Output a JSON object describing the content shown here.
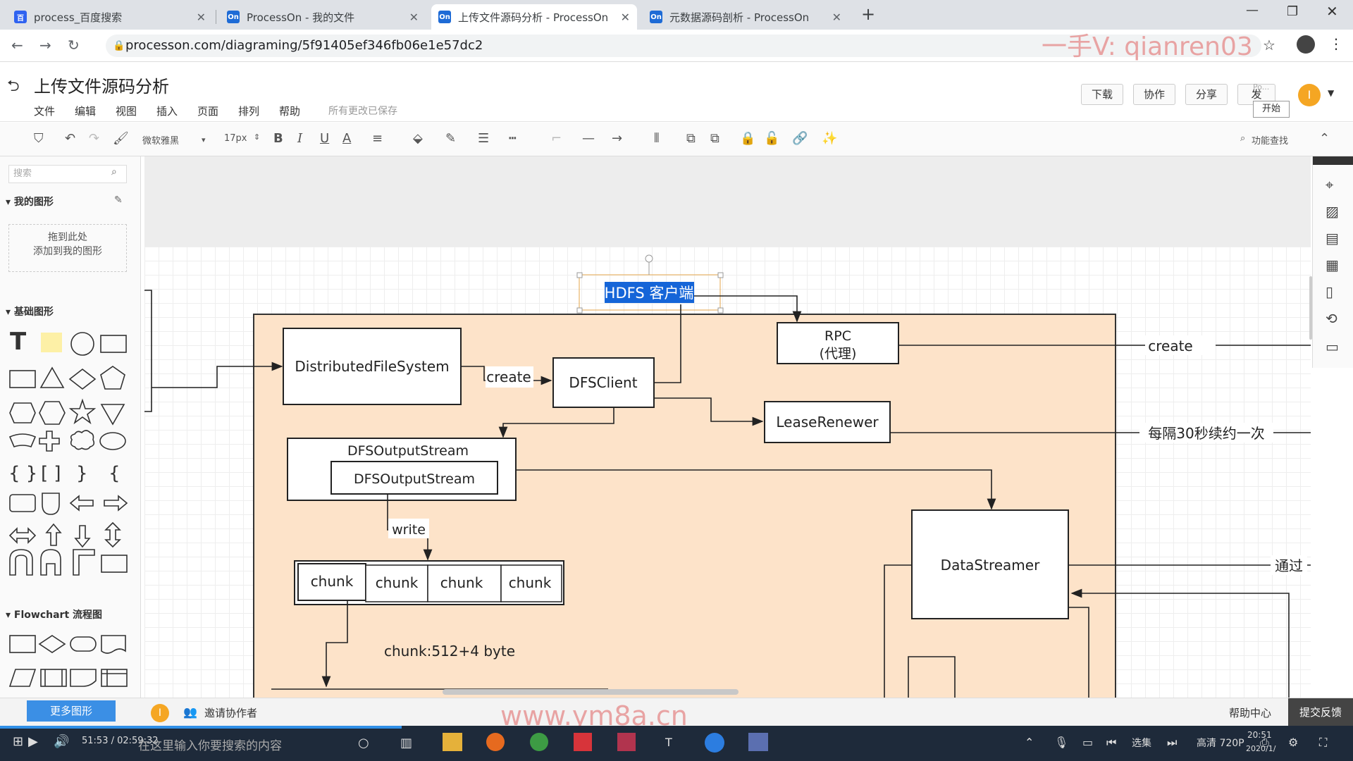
{
  "browser": {
    "tabs": [
      {
        "title": "process_百度搜索",
        "favicon": "百"
      },
      {
        "title": "ProcessOn - 我的文件",
        "favicon": "On"
      },
      {
        "title": "上传文件源码分析 - ProcessOn",
        "favicon": "On"
      },
      {
        "title": "元数据源码剖析 - ProcessOn",
        "favicon": "On"
      }
    ],
    "url": "processon.com/diagraming/5f91405ef346fb06e1e57dc2",
    "overlay_text": "一手V:  qianren03"
  },
  "app": {
    "title": "上传文件源码分析",
    "menus": [
      "文件",
      "编辑",
      "视图",
      "插入",
      "页面",
      "排列",
      "帮助"
    ],
    "save_status": "所有更改已保存",
    "buttons": {
      "download": "下载",
      "collab": "协作",
      "share": "分享",
      "publish": "发",
      "start": "开始",
      "po": "Po..."
    },
    "avatar": "I"
  },
  "toolbar": {
    "font": "微软雅黑",
    "size": "17px",
    "find": "功能查找"
  },
  "sidebar": {
    "search_placeholder": "搜索",
    "my_shapes": "我的图形",
    "drop_hint_1": "拖到此处",
    "drop_hint_2": "添加到我的图形",
    "basic_shapes": "基础图形",
    "flowchart": "Flowchart 流程图",
    "more_shapes": "更多图形"
  },
  "diagram": {
    "client": "HDFS 客户端",
    "dfs": "DistributedFileSystem",
    "create1": "create",
    "dfsclient": "DFSClient",
    "rpc1": "RPC",
    "rpc2": "(代理)",
    "create2": "create",
    "lease": "LeaseRenewer",
    "renew": "每隔30秒续约一次",
    "out_outer": "DFSOutputStream",
    "out_inner": "DFSOutputStream",
    "write": "write",
    "chunks": [
      "chunk",
      "chunk",
      "chunk",
      "chunk"
    ],
    "chunk_note": "chunk:512+4 byte",
    "streamer": "DataStreamer",
    "via": "通过"
  },
  "bottom": {
    "invite": "邀请协作者",
    "help": "帮助中心",
    "feedback": "提交反馈"
  },
  "video": {
    "time": "51:53 / 02:59:32",
    "search": "在这里输入你要搜索的内容",
    "select": "选集",
    "quality": "高清 720P",
    "clock": "20:51",
    "date": "2020/1/"
  },
  "watermark_site": "www.ym8a.cn",
  "colors": {
    "accent": "#3b8fe5",
    "container": "#fde3c9",
    "selection": "#1565d8"
  }
}
